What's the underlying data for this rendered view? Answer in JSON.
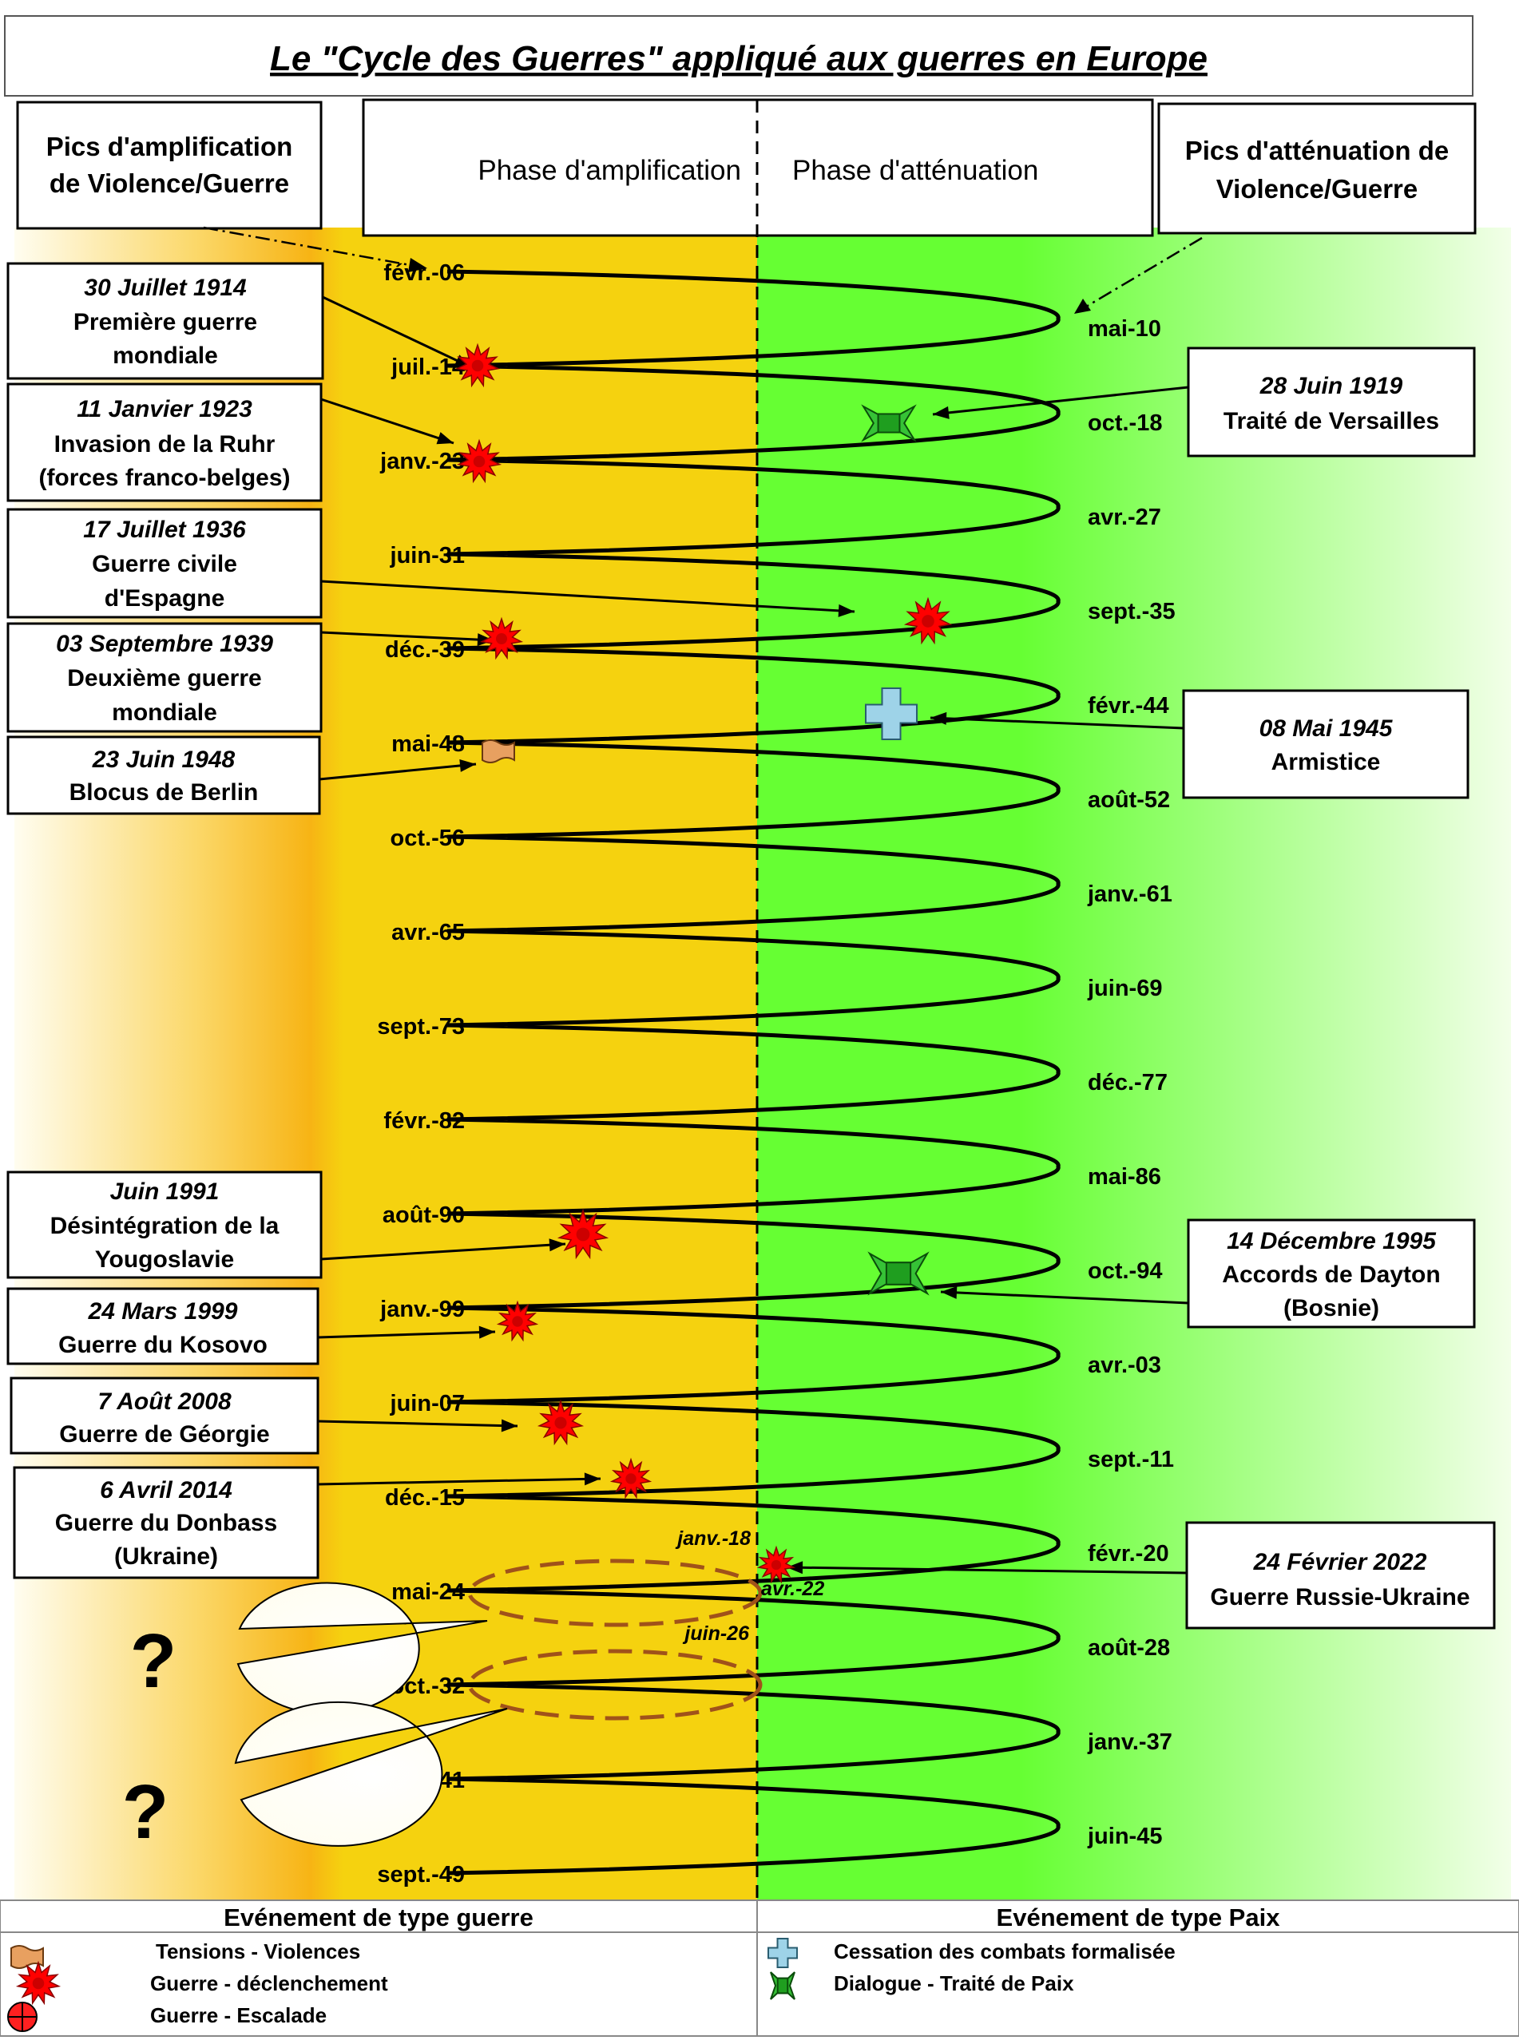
{
  "title": "Le \"Cycle des Guerres\" appliqué aux guerres en Europe",
  "header": {
    "left_box": [
      "Pics d'amplification",
      "de Violence/Guerre"
    ],
    "amplification_phase": "Phase d'amplification",
    "attenuation_phase": "Phase d'atténuation",
    "right_box": [
      "Pics d'atténuation de",
      "Violence/Guerre"
    ]
  },
  "colors": {
    "amplification_zone": "#f5d20f",
    "amplification_edge": "#f7b20a",
    "attenuation_zone": "#66ff33",
    "spiral": "#000000",
    "explosion": "#ff0000",
    "explosion_core": "#cc0000",
    "peace_cross": "#9ed3e8",
    "treaty": "#1f9e1f",
    "tension_flag": "#e8a060",
    "future_oval": "#a0521a"
  },
  "left_dates": [
    "févr.-06",
    "juil.-14",
    "janv.-23",
    "juin-31",
    "déc.-39",
    "mai-48",
    "oct.-56",
    "avr.-65",
    "sept.-73",
    "févr.-82",
    "août-90",
    "janv.-99",
    "juin-07",
    "déc.-15",
    "mai-24",
    "oct.-32",
    "avr.-41",
    "sept.-49"
  ],
  "right_dates": [
    "mai-10",
    "oct.-18",
    "avr.-27",
    "sept.-35",
    "févr.-44",
    "août-52",
    "janv.-61",
    "juin-69",
    "déc.-77",
    "mai-86",
    "oct.-94",
    "avr.-03",
    "sept.-11",
    "févr.-20",
    "août-28",
    "janv.-37",
    "juin-45"
  ],
  "center_labels": {
    "jan18": "janv.-18",
    "avr22": "avr.-22",
    "juin26": "juin-26"
  },
  "left_events": [
    {
      "date": "30 Juillet 1914",
      "lines": [
        "Première guerre",
        "mondiale"
      ]
    },
    {
      "date": "11 Janvier 1923",
      "lines": [
        "Invasion de la Ruhr",
        "(forces franco-belges)"
      ]
    },
    {
      "date": "17 Juillet 1936",
      "lines": [
        "Guerre civile",
        "d'Espagne"
      ]
    },
    {
      "date": "03 Septembre 1939",
      "lines": [
        "Deuxième guerre",
        "mondiale"
      ]
    },
    {
      "date": "23 Juin 1948",
      "lines": [
        "Blocus de Berlin"
      ]
    },
    {
      "date": "Juin 1991",
      "lines": [
        "Désintégration de la",
        "Yougoslavie"
      ]
    },
    {
      "date": "24 Mars 1999",
      "lines": [
        "Guerre du Kosovo"
      ]
    },
    {
      "date": "7 Août 2008",
      "lines": [
        "Guerre de Géorgie"
      ]
    },
    {
      "date": "6 Avril 2014",
      "lines": [
        "Guerre du Donbass",
        "(Ukraine)"
      ]
    }
  ],
  "right_events": [
    {
      "date": "28 Juin 1919",
      "lines": [
        "Traité de Versailles"
      ]
    },
    {
      "date": "08 Mai 1945",
      "lines": [
        "Armistice"
      ]
    },
    {
      "date": "14 Décembre 1995",
      "lines": [
        "Accords de Dayton",
        "(Bosnie)"
      ]
    },
    {
      "date": "24 Février 2022",
      "lines": [
        "Guerre Russie-Ukraine"
      ]
    }
  ],
  "question_mark": "?",
  "legend": {
    "war_heading": "Evénement de  type guerre",
    "peace_heading": "Evénement de type Paix",
    "war_items": [
      "Tensions - Violences",
      "Guerre - déclenchement",
      "Guerre - Escalade"
    ],
    "peace_items": [
      "Cessation  des combats formalisée",
      "Dialogue - Traité de Paix"
    ],
    "war_icons": [
      "flag-icon",
      "explosion-icon",
      "crosshair-icon"
    ],
    "peace_icons": [
      "cross-icon",
      "treaty-icon"
    ]
  }
}
